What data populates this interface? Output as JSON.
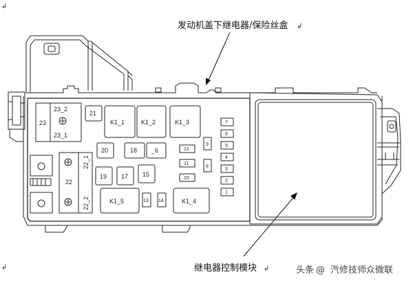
{
  "callouts": {
    "top": "发动机盖下继电器/保险丝盒",
    "bottom": "继电器控制模块"
  },
  "watermark": {
    "prefix": "头条",
    "at": "@",
    "handle": "汽修技师众微联"
  },
  "paragraph_marks": {
    "top": "↲",
    "top_after_callout": "↲",
    "bottom_left": "↲",
    "bottom_after_callout": "↲"
  },
  "fuse_box": {
    "f23": "23",
    "f23_2": "23_2",
    "f23_1": "23_1",
    "f21": "21",
    "k1_1": "K1_1",
    "k1_2": "K1_2",
    "k1_3": "K1_3",
    "f20": "20",
    "f18": "18",
    "f6": "_6",
    "f22_1": "22_1",
    "f22": "22",
    "f22_2": "22_2",
    "f19": "19",
    "f17": "17",
    "f15": "15",
    "k1_5": "K1_5",
    "k1_4": "K1_4",
    "f13": "13",
    "f14": "14",
    "mini_col_right": [
      "7",
      "6",
      "5",
      "4",
      "3",
      "2",
      "1"
    ],
    "mini_mid": [
      "9",
      "8"
    ],
    "mini_left": [
      "12",
      "11",
      "10"
    ]
  }
}
